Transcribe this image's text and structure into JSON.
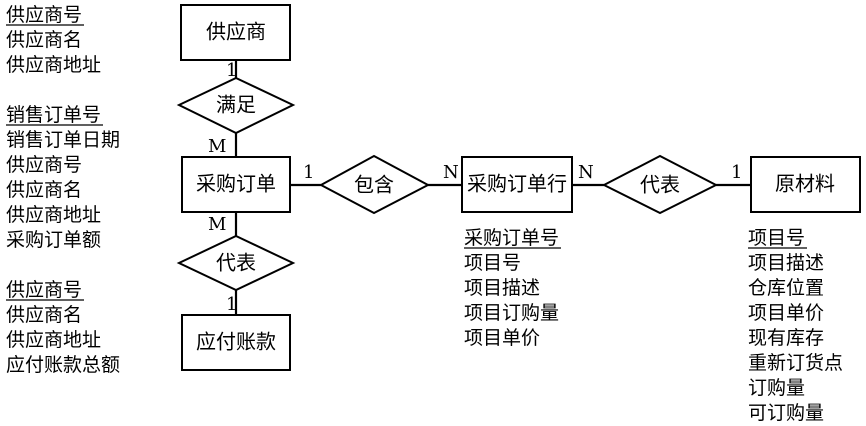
{
  "entities": {
    "supplier": "供应商",
    "purchase_order": "采购订单",
    "purchase_order_line": "采购订单行",
    "raw_material": "原材料",
    "accounts_payable": "应付账款"
  },
  "relationships": {
    "satisfies": "满足",
    "contains": "包含",
    "represents_line": "代表",
    "represents_payable": "代表"
  },
  "cardinalities": {
    "supplier_satisfies": "1",
    "satisfies_order": "M",
    "order_contains": "1",
    "contains_line": "N",
    "line_represents": "N",
    "represents_material": "1",
    "order_payable": "M",
    "payable_represents": "1"
  },
  "attributes": {
    "supplier": [
      "供应商号",
      "供应商名",
      "供应商地址"
    ],
    "purchase_order": [
      "销售订单号",
      "销售订单日期",
      "供应商号",
      "供应商名",
      "供应商地址",
      "采购订单额"
    ],
    "accounts_payable": [
      "供应商号",
      "供应商名",
      "供应商地址",
      "应付账款总额"
    ],
    "purchase_order_line": [
      "采购订单号",
      "项目号",
      "项目描述",
      "项目订购量",
      "项目单价"
    ],
    "raw_material": [
      "项目号",
      "项目描述",
      "仓库位置",
      "项目单价",
      "现有库存",
      "重新订货点",
      "订购量",
      "可订购量"
    ]
  }
}
